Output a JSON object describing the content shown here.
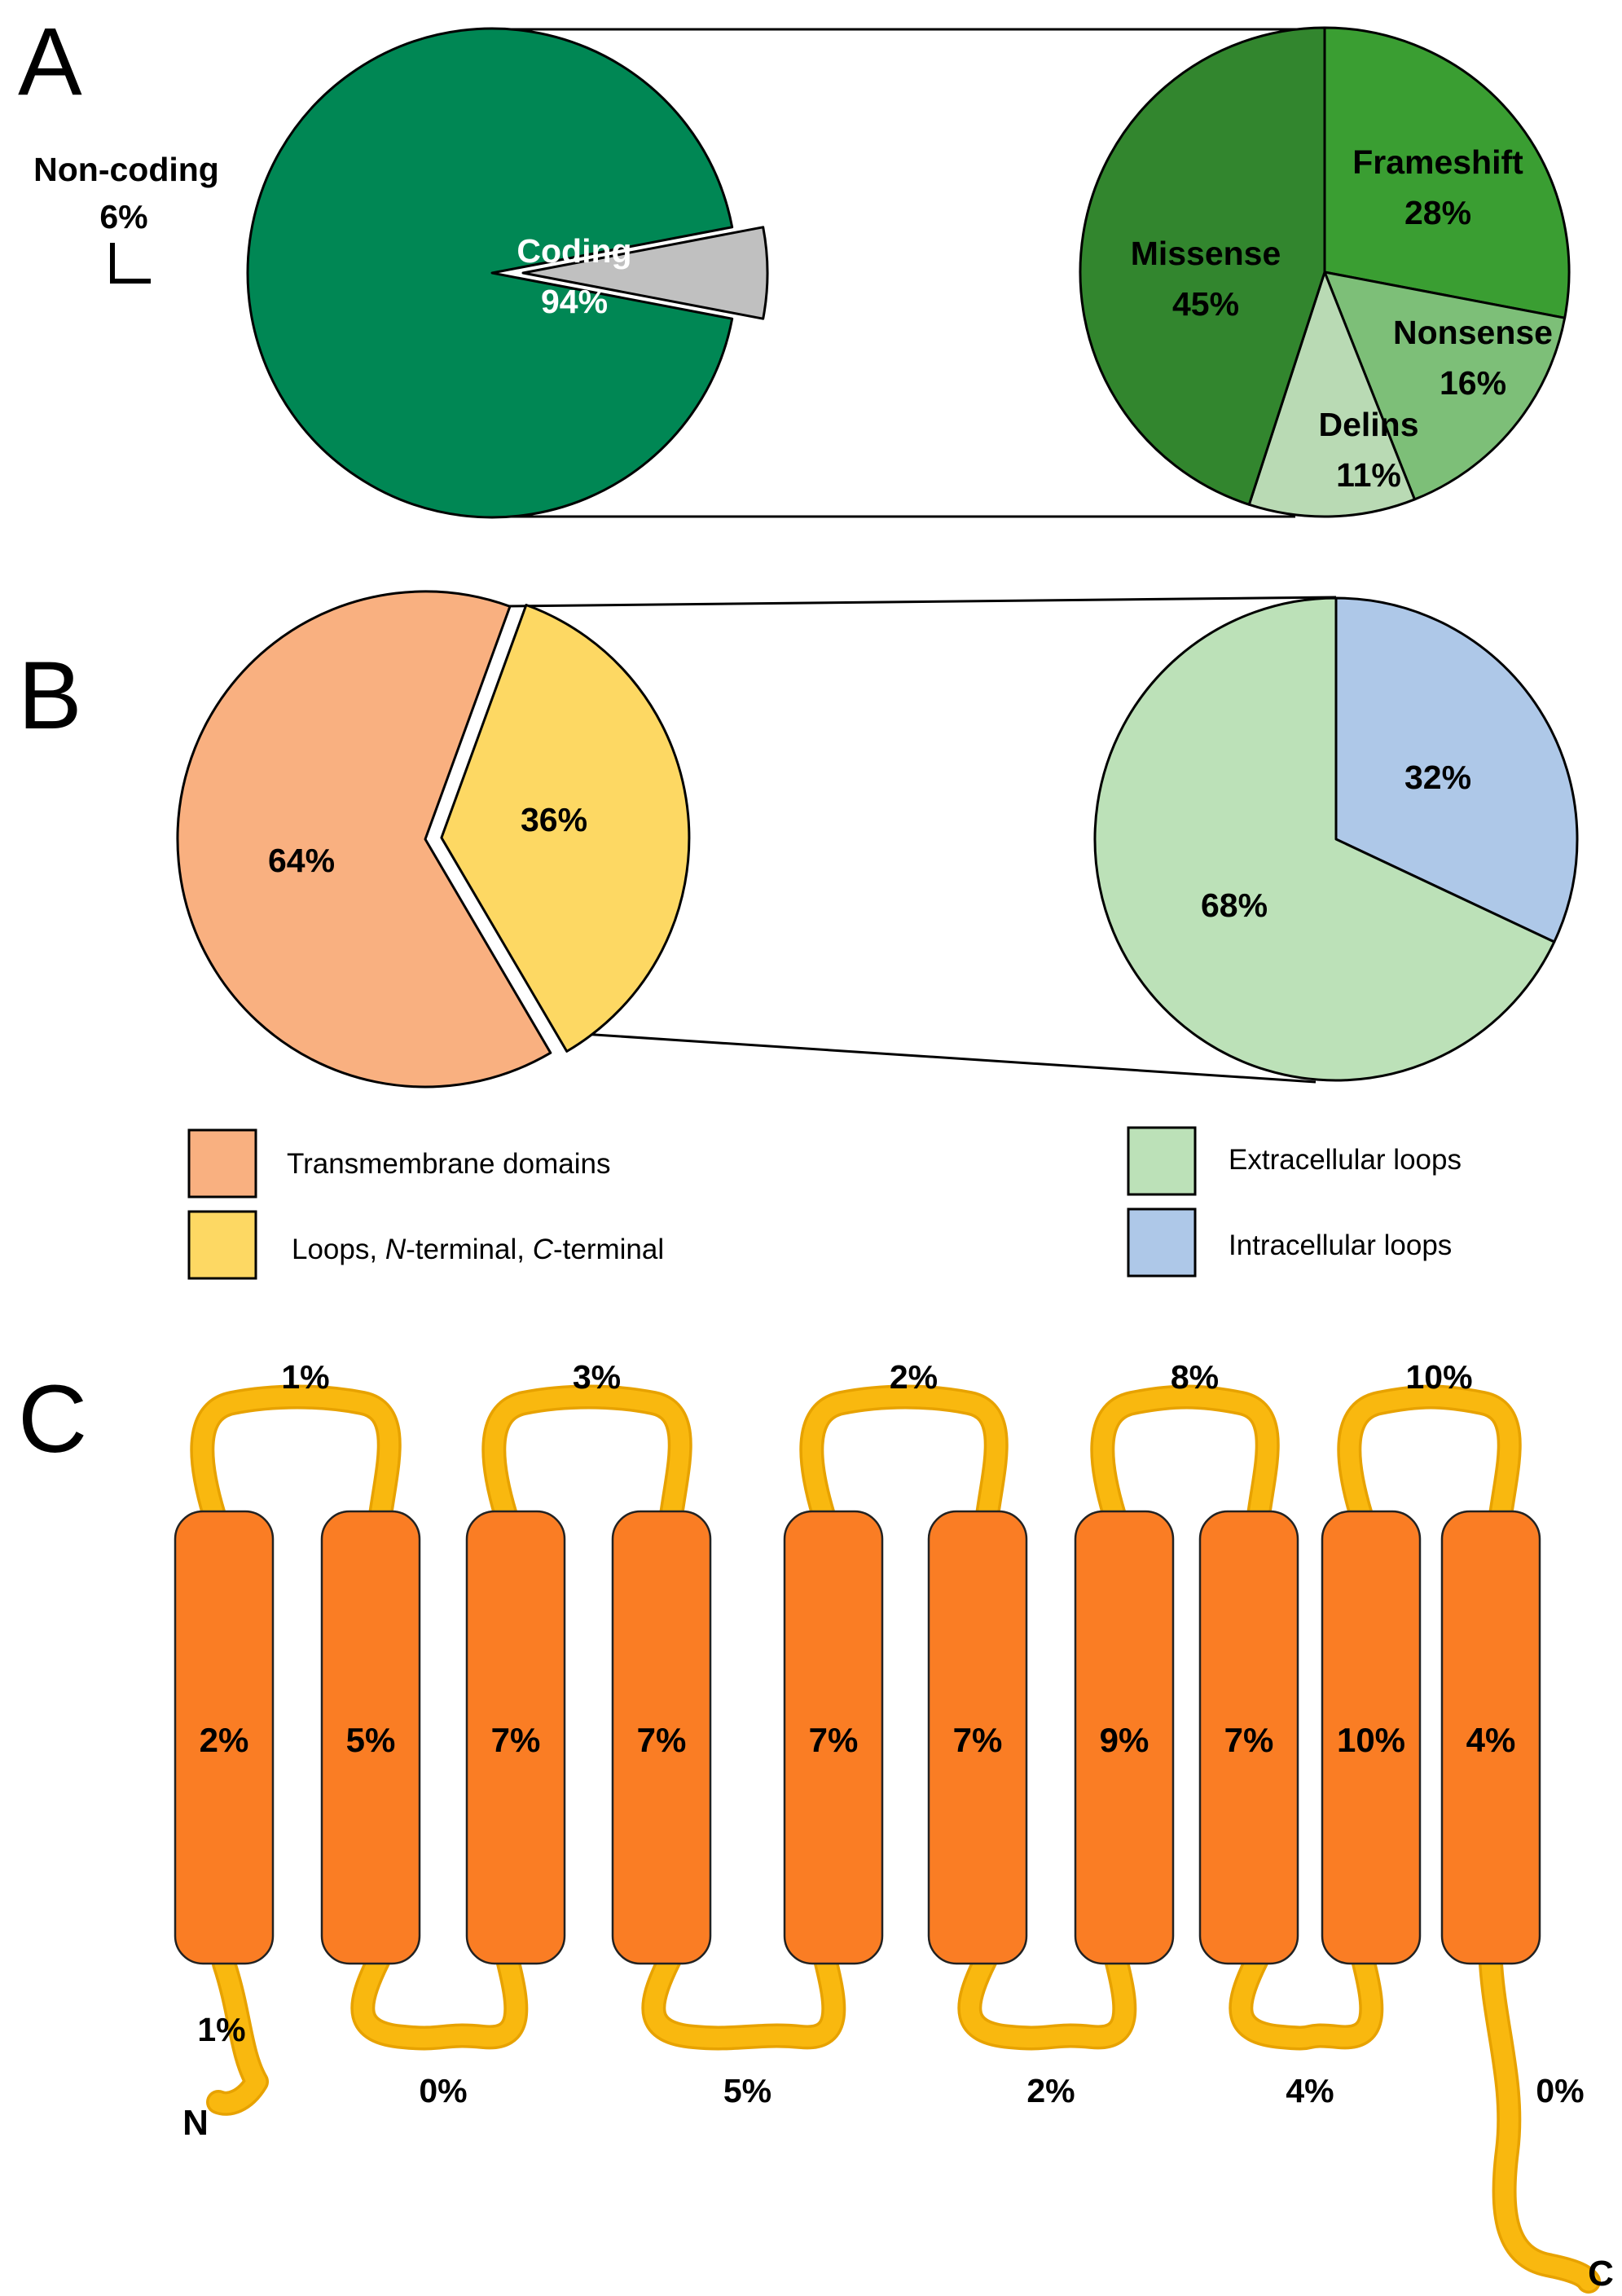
{
  "panels": [
    "A",
    "B",
    "C"
  ],
  "colors": {
    "coding": "#008754",
    "noncoding": "#c0c0c0",
    "missense": "#32862e",
    "frameshift": "#3a9e32",
    "nonsense": "#7dbf78",
    "delins": "#b9dab4",
    "transmembrane": "#f9b080",
    "loops": "#fdd863",
    "extracellular": "#bce1b8",
    "intracellular": "#aec8e8",
    "helix": "#fa7d24",
    "loop_line": "#f9b80f"
  },
  "chart_data": [
    {
      "panel": "A",
      "type": "pie",
      "slices": [
        {
          "label": "Coding",
          "value": 94,
          "value_label": "94%"
        },
        {
          "label": "Non-coding",
          "value": 6,
          "value_label": "6%"
        }
      ]
    },
    {
      "panel": "A",
      "type": "pie",
      "slices": [
        {
          "label": "Frameshift",
          "value": 28,
          "value_label": "28%"
        },
        {
          "label": "Nonsense",
          "value": 16,
          "value_label": "16%"
        },
        {
          "label": "Delins",
          "value": 11,
          "value_label": "11%"
        },
        {
          "label": "Missense",
          "value": 45,
          "value_label": "45%"
        }
      ]
    },
    {
      "panel": "B",
      "type": "pie",
      "slices": [
        {
          "label": "Loops, N-terminal, C-terminal",
          "value": 36,
          "value_label": "36%"
        },
        {
          "label": "Transmembrane domains",
          "value": 64,
          "value_label": "64%"
        }
      ]
    },
    {
      "panel": "B",
      "type": "pie",
      "slices": [
        {
          "label": "Intracellular loops",
          "value": 32,
          "value_label": "32%"
        },
        {
          "label": "Extracellular loops",
          "value": 68,
          "value_label": "68%"
        }
      ]
    },
    {
      "panel": "C",
      "type": "topology",
      "transmembrane": [
        "2%",
        "5%",
        "7%",
        "7%",
        "7%",
        "7%",
        "9%",
        "7%",
        "10%",
        "4%"
      ],
      "extracellular_loops": [
        "1%",
        "3%",
        "2%",
        "8%",
        "10%"
      ],
      "intracellular_loops": [
        "0%",
        "5%",
        "2%",
        "4%"
      ],
      "n_terminal": "1%",
      "c_terminal": "0%",
      "n_label": "N",
      "c_label": "C"
    }
  ],
  "legend": {
    "left": [
      {
        "label": "Transmembrane domains",
        "color_key": "transmembrane"
      },
      {
        "label_parts": [
          "Loops, ",
          "N",
          "-terminal, ",
          "C",
          "-terminal"
        ],
        "color_key": "loops"
      }
    ],
    "right": [
      {
        "label": "Extracellular loops",
        "color_key": "extracellular"
      },
      {
        "label": "Intracellular loops",
        "color_key": "intracellular"
      }
    ]
  }
}
